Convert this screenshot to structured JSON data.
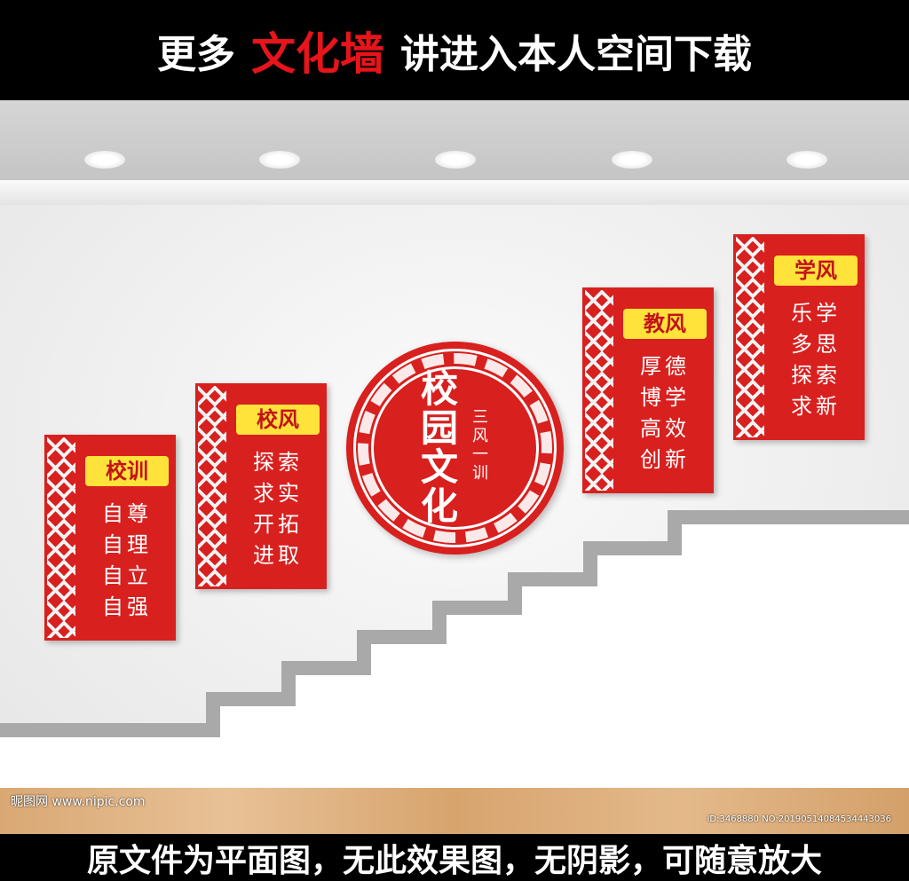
{
  "banner": {
    "prefix": "更多",
    "highlight": "文化墙",
    "suffix": "讲进入本人空间下载"
  },
  "circle": {
    "title": "校园文化",
    "subtitle": "三风一训"
  },
  "panels": [
    {
      "title": "校训",
      "lines": [
        "自尊",
        "自理",
        "自立",
        "自强"
      ]
    },
    {
      "title": "校风",
      "lines": [
        "探索",
        "求实",
        "开拓",
        "进取"
      ]
    },
    {
      "title": "教风",
      "lines": [
        "厚德",
        "博学",
        "高效",
        "创新"
      ]
    },
    {
      "title": "学风",
      "lines": [
        "乐学",
        "多思",
        "探索",
        "求新"
      ]
    }
  ],
  "footer": {
    "text": "原文件为平面图，无此效果图，无阴影，可随意放大",
    "watermark": "昵图网 www.nipic.com",
    "id": "ID:3468880 NO:20190514084534443036"
  },
  "colors": {
    "red": "#d8201f",
    "yellow": "#ffe23a",
    "black": "#000000"
  }
}
